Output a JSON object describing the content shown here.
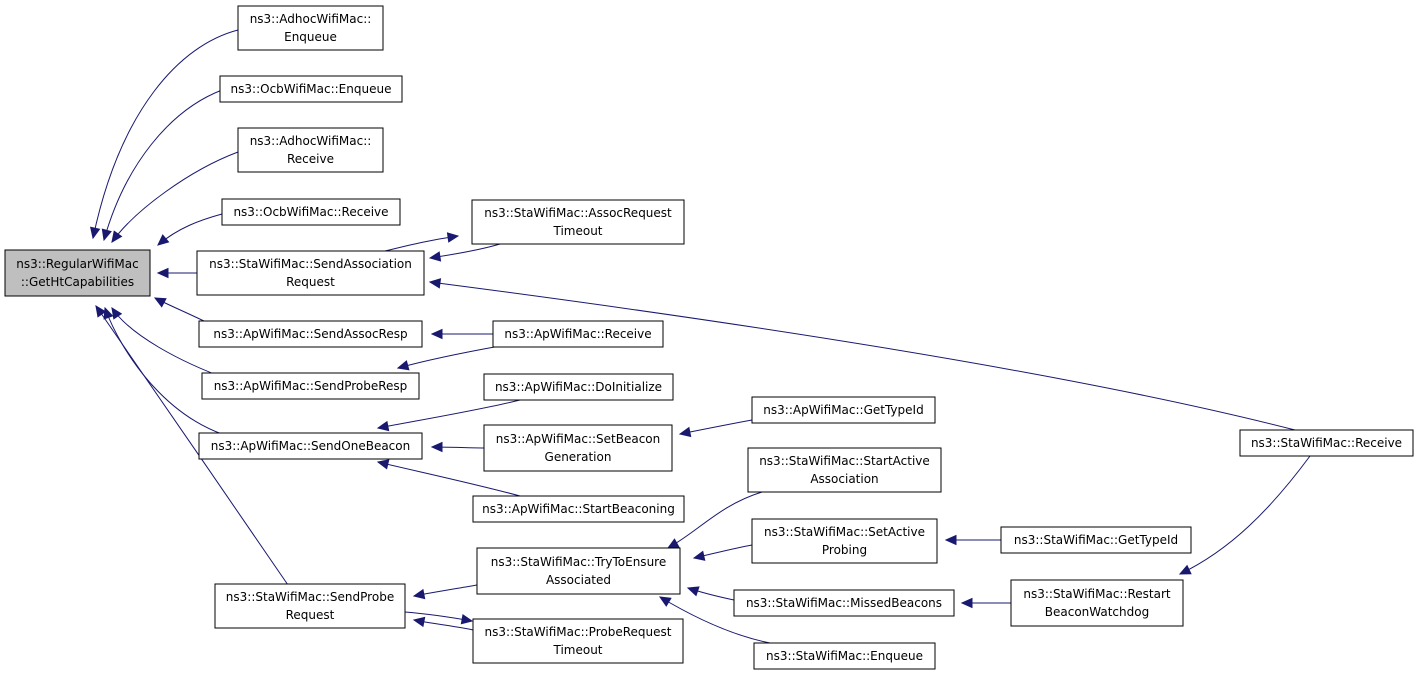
{
  "nodes": {
    "root": [
      "ns3::RegularWifiMac",
      "::GetHtCapabilities"
    ],
    "adhoc_enqueue": [
      "ns3::AdhocWifiMac::",
      "Enqueue"
    ],
    "ocb_enqueue": [
      "ns3::OcbWifiMac::Enqueue"
    ],
    "adhoc_receive": [
      "ns3::AdhocWifiMac::",
      "Receive"
    ],
    "ocb_receive": [
      "ns3::OcbWifiMac::Receive"
    ],
    "sta_send_assoc": [
      "ns3::StaWifiMac::SendAssociation",
      "Request"
    ],
    "ap_send_assoc_resp": [
      "ns3::ApWifiMac::SendAssocResp"
    ],
    "ap_send_probe_resp": [
      "ns3::ApWifiMac::SendProbeResp"
    ],
    "ap_send_one_beacon": [
      "ns3::ApWifiMac::SendOneBeacon"
    ],
    "sta_send_probe": [
      "ns3::StaWifiMac::SendProbe",
      "Request"
    ],
    "sta_assoc_timeout": [
      "ns3::StaWifiMac::AssocRequest",
      "Timeout"
    ],
    "ap_receive": [
      "ns3::ApWifiMac::Receive"
    ],
    "ap_doinit": [
      "ns3::ApWifiMac::DoInitialize"
    ],
    "ap_set_beacon_gen": [
      "ns3::ApWifiMac::SetBeacon",
      "Generation"
    ],
    "ap_start_beaconing": [
      "ns3::ApWifiMac::StartBeaconing"
    ],
    "sta_try_ensure": [
      "ns3::StaWifiMac::TryToEnsure",
      "Associated"
    ],
    "sta_probe_timeout": [
      "ns3::StaWifiMac::ProbeRequest",
      "Timeout"
    ],
    "ap_get_typeid": [
      "ns3::ApWifiMac::GetTypeId"
    ],
    "sta_start_active": [
      "ns3::StaWifiMac::StartActive",
      "Association"
    ],
    "sta_set_active_probing": [
      "ns3::StaWifiMac::SetActive",
      "Probing"
    ],
    "sta_missed_beacons": [
      "ns3::StaWifiMac::MissedBeacons"
    ],
    "sta_enqueue": [
      "ns3::StaWifiMac::Enqueue"
    ],
    "sta_get_typeid": [
      "ns3::StaWifiMac::GetTypeId"
    ],
    "sta_restart_watchdog": [
      "ns3::StaWifiMac::Restart",
      "BeaconWatchdog"
    ],
    "sta_receive": [
      "ns3::StaWifiMac::Receive"
    ]
  },
  "edges": [
    [
      "adhoc_enqueue",
      "root"
    ],
    [
      "ocb_enqueue",
      "root"
    ],
    [
      "adhoc_receive",
      "root"
    ],
    [
      "ocb_receive",
      "root"
    ],
    [
      "sta_send_assoc",
      "root"
    ],
    [
      "ap_send_assoc_resp",
      "root"
    ],
    [
      "ap_send_probe_resp",
      "root"
    ],
    [
      "ap_send_one_beacon",
      "root"
    ],
    [
      "sta_send_probe",
      "root"
    ],
    [
      "sta_send_assoc",
      "sta_assoc_timeout"
    ],
    [
      "sta_assoc_timeout",
      "sta_send_assoc"
    ],
    [
      "sta_receive",
      "sta_send_assoc"
    ],
    [
      "ap_receive",
      "ap_send_assoc_resp"
    ],
    [
      "ap_receive",
      "ap_send_probe_resp"
    ],
    [
      "ap_doinit",
      "ap_send_one_beacon"
    ],
    [
      "ap_set_beacon_gen",
      "ap_send_one_beacon"
    ],
    [
      "ap_start_beaconing",
      "ap_send_one_beacon"
    ],
    [
      "ap_get_typeid",
      "ap_set_beacon_gen"
    ],
    [
      "sta_try_ensure",
      "sta_send_probe"
    ],
    [
      "sta_probe_timeout",
      "sta_send_probe"
    ],
    [
      "sta_send_probe",
      "sta_probe_timeout"
    ],
    [
      "sta_start_active",
      "sta_try_ensure"
    ],
    [
      "sta_set_active_probing",
      "sta_try_ensure"
    ],
    [
      "sta_missed_beacons",
      "sta_try_ensure"
    ],
    [
      "sta_enqueue",
      "sta_try_ensure"
    ],
    [
      "sta_get_typeid",
      "sta_set_active_probing"
    ],
    [
      "sta_restart_watchdog",
      "sta_missed_beacons"
    ],
    [
      "sta_receive",
      "sta_restart_watchdog"
    ]
  ]
}
